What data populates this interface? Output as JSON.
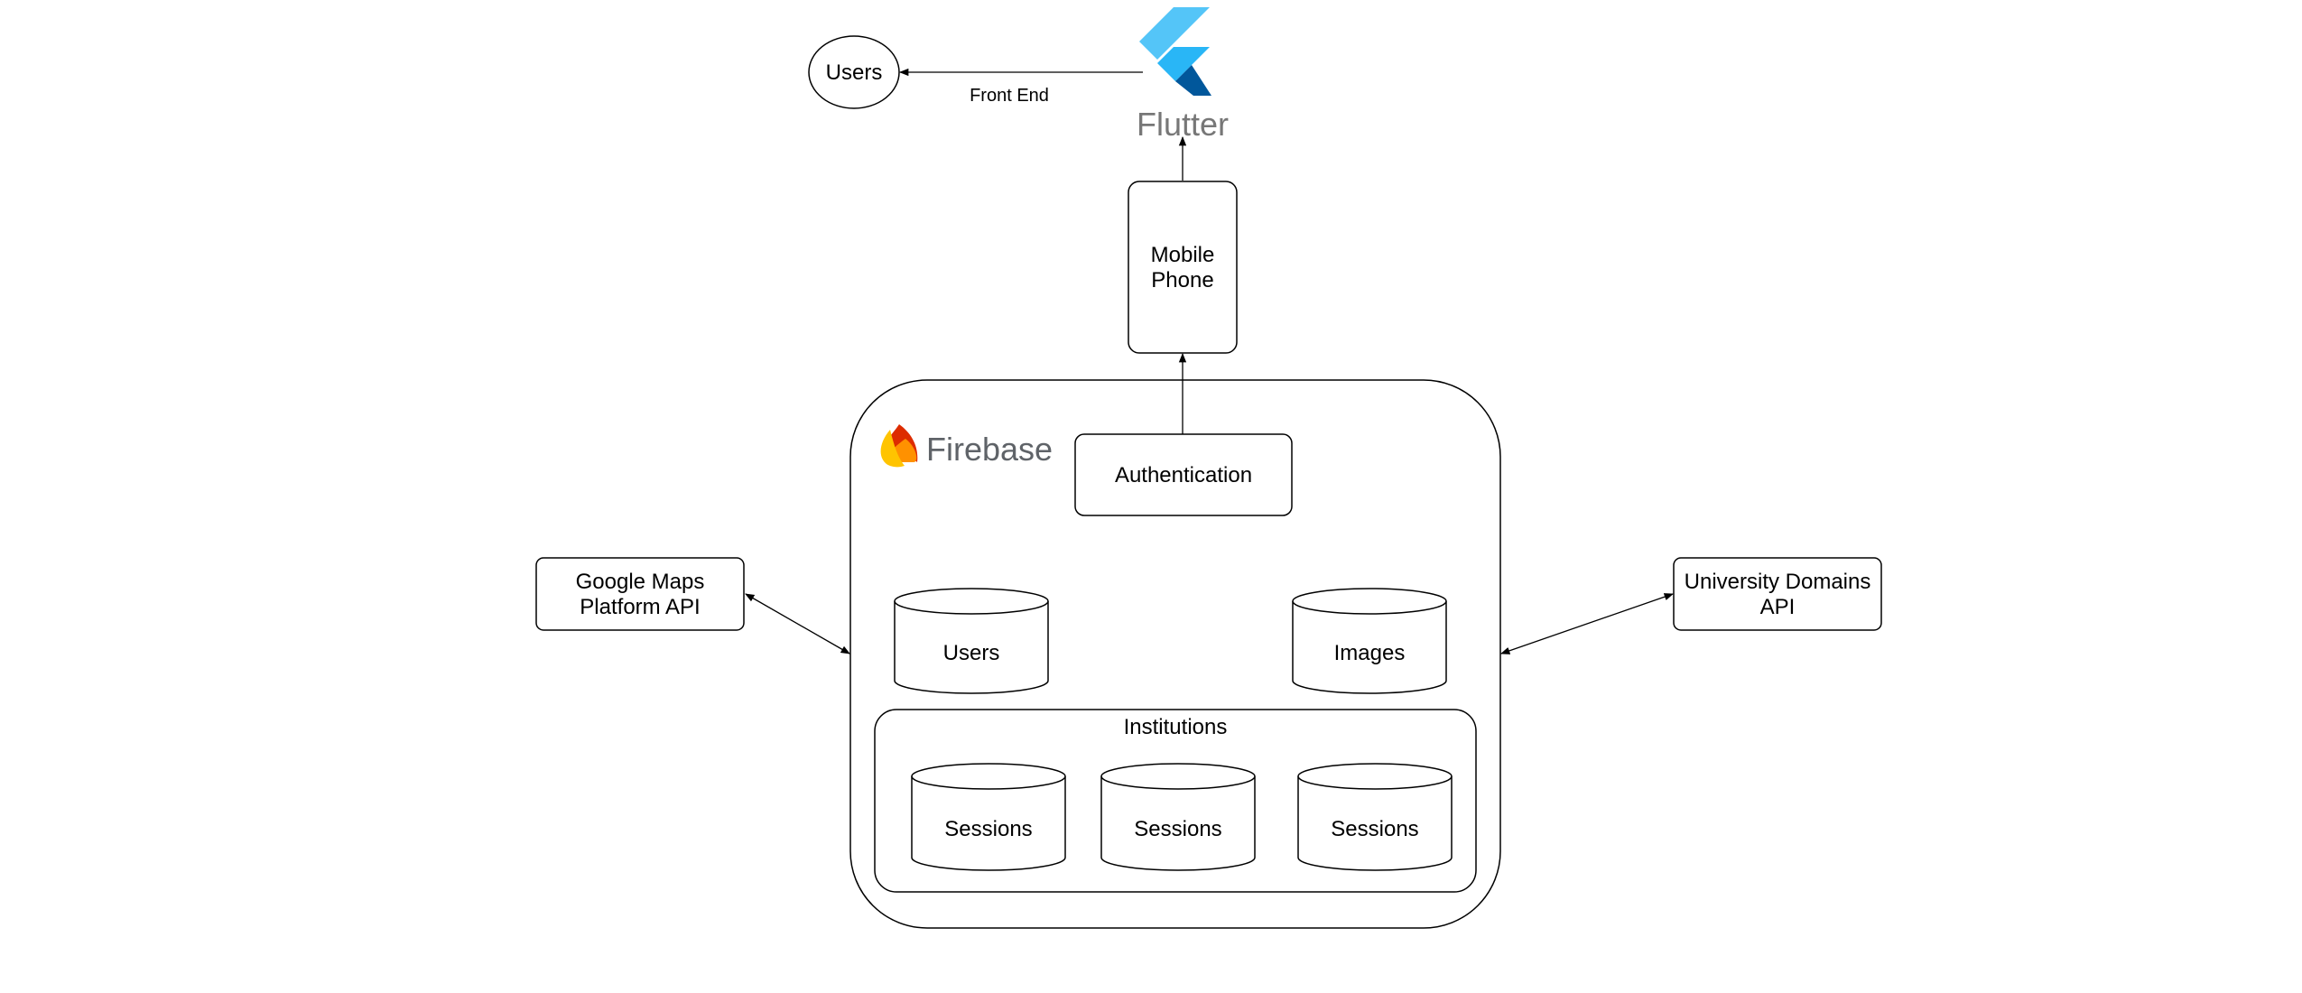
{
  "nodes": {
    "users_actor": "Users",
    "mobile_phone": [
      "Mobile",
      "Phone"
    ],
    "authentication": "Authentication",
    "google_maps": [
      "Google Maps",
      "Platform API"
    ],
    "university_domains": [
      "University Domains",
      "API"
    ],
    "users_db": "Users",
    "images_db": "Images",
    "institutions": "Institutions",
    "sessions": [
      "Sessions",
      "Sessions",
      "Sessions"
    ]
  },
  "edges": {
    "front_end": "Front End"
  },
  "logos": {
    "flutter": "Flutter",
    "firebase": "Firebase",
    "flutter_icon": "flutter-logo-icon",
    "firebase_icon": "firebase-flame-icon"
  },
  "colors": {
    "flutter_light": "#54C5F8",
    "flutter_dark": "#01579B",
    "flutter_mid": "#29B6F6",
    "flutter_text": "#777777",
    "firebase_red": "#DD2C00",
    "firebase_orange": "#FF9100",
    "firebase_yellow": "#FFC400",
    "firebase_text": "#5F6368"
  }
}
